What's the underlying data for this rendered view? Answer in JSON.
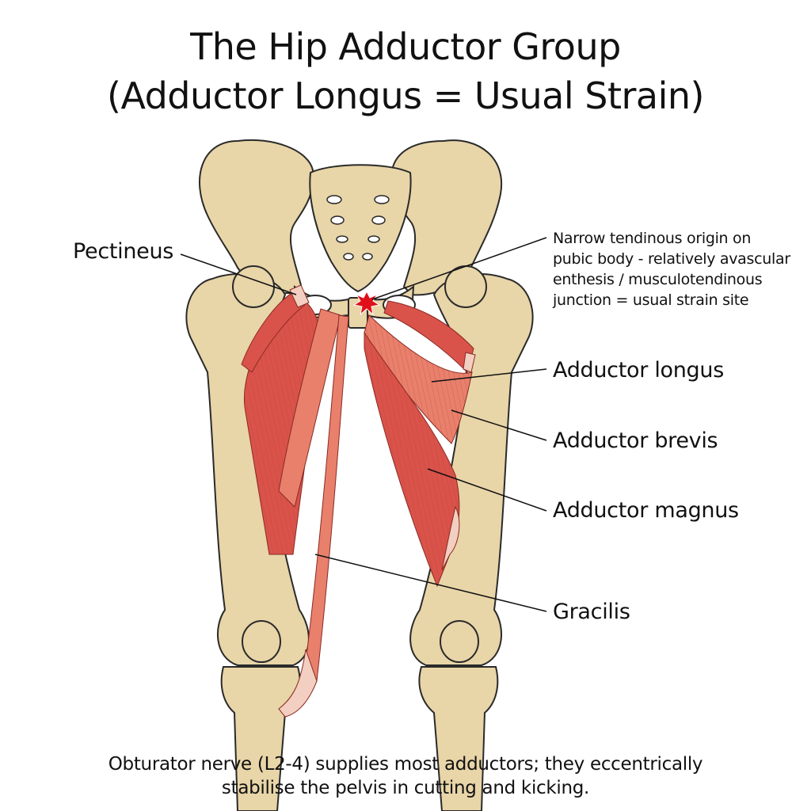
{
  "title": {
    "line1": "The Hip Adductor Group",
    "line2": "(Adductor Longus = Usual Strain)"
  },
  "labels": {
    "pectineus": "Pectineus",
    "adductor_longus": "Adductor longus",
    "adductor_brevis": "Adductor brevis",
    "adductor_magnus": "Adductor magnus",
    "gracilis": "Gracilis"
  },
  "strain_note": {
    "line1": "Narrow tendinous origin on",
    "line2": "pubic body - relatively avascular",
    "line3": "enthesis / musculotendinous",
    "line4": "junction = usual strain site"
  },
  "caption": {
    "line1": "Obturator nerve (L2-4) supplies most adductors; they eccentrically",
    "line2": "stabilise the pelvis in cutting and kicking."
  },
  "colors": {
    "bone": "#e8d5a8",
    "bone_outline": "#2a2a2a",
    "muscle": "#d9534a",
    "muscle_light": "#e8806c",
    "tendon": "#f2cfc0",
    "strain_marker": "#e0101a"
  }
}
